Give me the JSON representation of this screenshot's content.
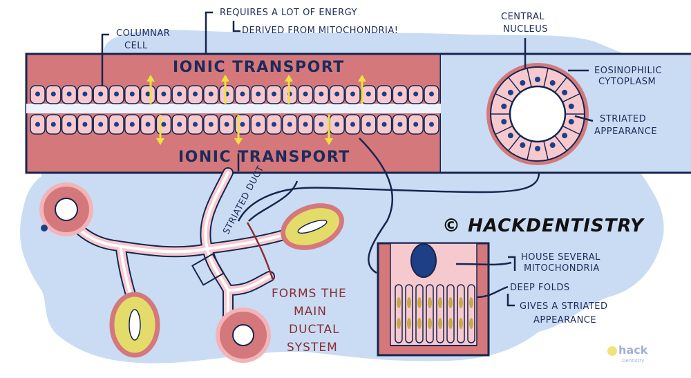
{
  "labels": {
    "energy_line1": "REQUIRES A LOT OF ENERGY",
    "energy_line2": "DERIVED FROM MITOCHONDRIA!",
    "columnar_line1": "COLUMNAR",
    "columnar_line2": "CELL",
    "ionic_top": "IONIC TRANSPORT",
    "ionic_bottom": "IONIC TRANSPORT",
    "central_line1": "CENTRAL",
    "central_line2": "NUCLEUS",
    "eosin_line1": "EOSINOPHILIC",
    "eosin_line2": "CYTOPLASM",
    "striated_app_line1": "STRIATED",
    "striated_app_line2": "APPEARANCE",
    "striated_duct": "STRIATED DUCT",
    "copyright": "© HACKDENTISTRY",
    "forms_line1": "FORMS THE",
    "forms_line2": "MAIN",
    "forms_line3": "DUCTAL",
    "forms_line4": "SYSTEM",
    "house_line1": "HOUSE SEVERAL",
    "house_line2": "MITOCHONDRIA",
    "deep_folds": "DEEP FOLDS",
    "gives_line1": "GIVES A STRIATED",
    "gives_line2": "APPEARANCE"
  },
  "logo": {
    "main": "hack",
    "sub": "Dentistry"
  },
  "colors": {
    "blob": "#c9dcf3",
    "wall": "#d4787c",
    "cell": "#f6c9cf",
    "nucleus": "#1e3f86",
    "arrow": "#f0e040",
    "outline": "#16254e",
    "acinus_yellow": "#e4dc6a"
  }
}
